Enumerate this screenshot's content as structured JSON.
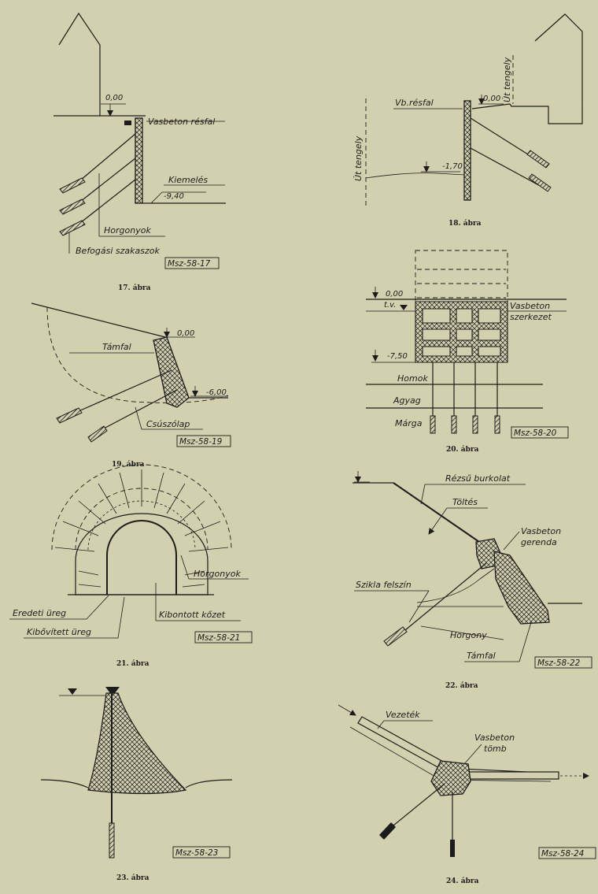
{
  "figures": {
    "f17": {
      "caption": "17. ábra",
      "level_top": "0,00",
      "level_bottom": "-9,40",
      "label_wall": "Vasbeton résfal",
      "label_excavation": "Kiemelés",
      "label_anchors": "Horgonyok",
      "label_fixed_length": "Befogási szakaszok",
      "ref": "Msz-58-17"
    },
    "f18": {
      "caption": "18. ábra",
      "level_top": "0,00",
      "level_bottom": "-1,70",
      "label_wall": "Vb.résfal",
      "label_axis_left": "Út tengely",
      "label_axis_right": "Út tengely"
    },
    "f19": {
      "caption": "19. ábra",
      "level_top": "0,00",
      "level_bottom": "-6,00",
      "label_wall": "Támfal",
      "label_slip": "Csúszólap",
      "ref": "Msz-58-19"
    },
    "f20": {
      "caption": "20. ábra",
      "level_top": "0,00",
      "level_water": "t.v.",
      "level_bottom": "-7,50",
      "label_structure_1": "Vasbeton",
      "label_structure_2": "szerkezet",
      "label_sand": "Homok",
      "label_clay": "Agyag",
      "label_marl": "Márga",
      "ref": "Msz-58-20"
    },
    "f21": {
      "caption": "21. ábra",
      "label_anchors": "Horgonyok",
      "label_original": "Eredeti üreg",
      "label_enlarged": "Kibővített üreg",
      "label_rock": "Kibontott kőzet",
      "ref": "Msz-58-21"
    },
    "f22": {
      "caption": "22. ábra",
      "label_slope": "Rézsű burkolat",
      "label_fill": "Töltés",
      "label_beam_1": "Vasbeton",
      "label_beam_2": "gerenda",
      "label_rock": "Szikla felszín",
      "label_anchor": "Horgony",
      "label_wall": "Támfal",
      "ref": "Msz-58-22"
    },
    "f23": {
      "caption": "23. ábra",
      "ref": "Msz-58-23"
    },
    "f24": {
      "caption": "24. ábra",
      "label_pipe": "Vezeték",
      "label_block_1": "Vasbeton",
      "label_block_2": "tömb",
      "ref": "Msz-58-24"
    }
  },
  "colors": {
    "paper": "#d3d0b0",
    "ink": "#1c1c1c"
  }
}
